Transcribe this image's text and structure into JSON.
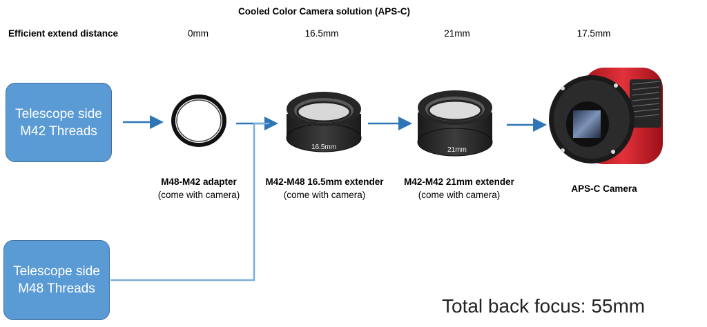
{
  "title": "Cooled Color Camera solution (APS-C)",
  "extend_label": "Efficient extend distance",
  "distances": [
    "0mm",
    "16.5mm",
    "21mm",
    "17.5mm"
  ],
  "telescope_boxes": [
    {
      "line1": "Telescope side",
      "line2": "M42 Threads"
    },
    {
      "line1": "Telescope side",
      "line2": "M48 Threads"
    }
  ],
  "components": [
    {
      "name": "M48-M42 adapter",
      "note": "(come with camera)"
    },
    {
      "name": "M42-M48 16.5mm extender",
      "note": "(come with camera)",
      "ring_text": "16.5mm"
    },
    {
      "name": "M42-M42 21mm extender",
      "note": "(come with camera)",
      "ring_text": "21mm"
    },
    {
      "name": "APS-C Camera",
      "note": ""
    }
  ],
  "total": "Total back focus: 55mm",
  "colors": {
    "box_fill": "#5b9bd5",
    "arrow": "#2e75b6",
    "camera_red": "#d9232e"
  }
}
